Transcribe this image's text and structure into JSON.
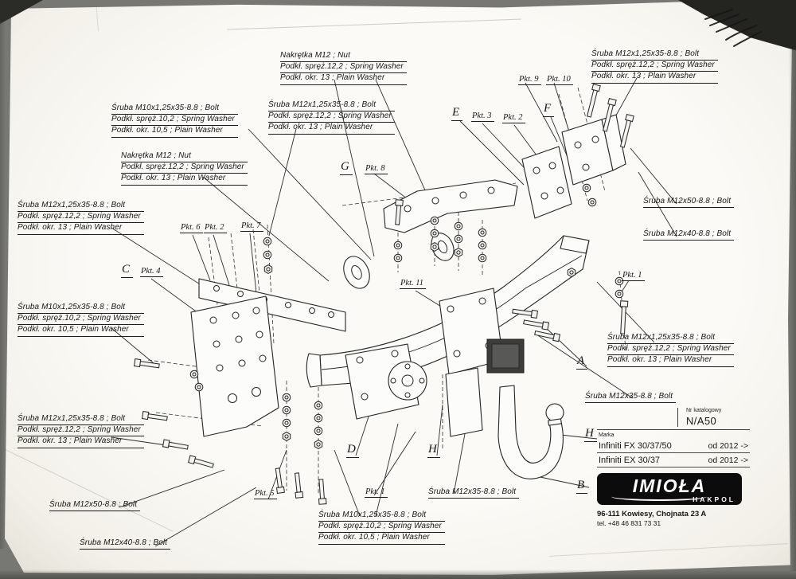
{
  "callouts": [
    {
      "lines": [
        "Nakrętka  M12 ;  Nut",
        "Podkł. spręż.12,2 ;  Spring Washer",
        "Podkł. okr. 13 ;  Plain Washer"
      ]
    },
    {
      "lines": [
        "Śruba M12x1,25x35-8.8 ;  Bolt",
        "Podkł. spręż.12,2 ;  Spring Washer",
        "Podkł. okr. 13 ;  Plain Washer"
      ]
    },
    {
      "lines": [
        "Śruba M10x1,25x35-8.8 ;  Bolt",
        "Podkł. spręż.10,2 ;  Spring Washer",
        "Podkł. okr. 10,5 ;  Plain Washer"
      ]
    },
    {
      "lines": [
        "Śruba M12x1,25x35-8.8 ;  Bolt",
        "Podkł. spręż.12,2 ;  Spring Washer",
        "Podkł. okr. 13 ;  Plain Washer"
      ]
    },
    {
      "lines": [
        "Nakrętka  M12 ;  Nut",
        "Podkł. spręż.12,2 ;  Spring Washer",
        "Podkł. okr. 13 ;  Plain Washer"
      ]
    },
    {
      "lines": [
        "Śruba M12x1,25x35-8.8 ;  Bolt",
        "Podkł. spręż.12,2 ;  Spring Washer",
        "Podkł. okr. 13 ;  Plain Washer"
      ]
    },
    {
      "lines": [
        "Śruba M10x1,25x35-8.8 ;  Bolt",
        "Podkł. spręż.10,2 ;  Spring Washer",
        "Podkł. okr. 10,5 ;  Plain Washer"
      ]
    },
    {
      "lines": [
        "Śruba M12x1,25x35-8.8 ;  Bolt",
        "Podkł. spręż.12,2 ;  Spring Washer",
        "Podkł. okr. 13 ;  Plain Washer"
      ]
    },
    {
      "lines": [
        "Śruba M12x50-8.8 ;  Bolt"
      ]
    },
    {
      "lines": [
        "Śruba M12x40-8.8 ;  Bolt"
      ]
    },
    {
      "lines": [
        "Śruba M10x1,25x35-8.8 ;  Bolt",
        "Podkł. spręż.10,2 ;  Spring Washer",
        "Podkł. okr. 10,5 ;  Plain Washer"
      ]
    },
    {
      "lines": [
        "Śruba M12x35-8.8 ;  Bolt"
      ]
    },
    {
      "lines": [
        "Śruba M12x50-8.8 ;  Bolt"
      ]
    },
    {
      "lines": [
        "Śruba M12x40-8.8 ;  Bolt"
      ]
    },
    {
      "lines": [
        "Śruba M12x1,25x35-8.8 ;  Bolt",
        "Podkł. spręż.12,2 ;  Spring Washer",
        "Podkł. okr. 13 ;  Plain Washer"
      ]
    },
    {
      "lines": [
        "Śruba M12x35-8.8 ;  Bolt"
      ]
    }
  ],
  "points": {
    "p1": "Pkt. 1",
    "p2": "Pkt. 2",
    "p3": "Pkt. 3",
    "p4": "Pkt. 4",
    "p5": "Pkt. 5",
    "p6": "Pkt. 6",
    "p7": "Pkt. 7",
    "p8": "Pkt. 8",
    "p9": "Pkt. 9",
    "p10": "Pkt. 10",
    "p11": "Pkt. 11"
  },
  "letters": {
    "A": "A",
    "B": "B",
    "C": "C",
    "D": "D",
    "E": "E",
    "F": "F",
    "G": "G",
    "H": "H"
  },
  "info": {
    "catalog_label": "Nr katalogowy",
    "catalog_number": "N/A50",
    "brand_label": "Marka",
    "model1_name": "Infiniti FX 30/37/50",
    "model1_year": "od 2012 ->",
    "model2_name": "Infiniti EX 30/37",
    "model2_year": "od 2012 ->",
    "logo_text": "IMIOŁA",
    "logo_sub": "HAKPOL",
    "address": "96-111 Kowiesy, Chojnata 23 A",
    "phone": "tel. +48 46 831 73 31"
  }
}
